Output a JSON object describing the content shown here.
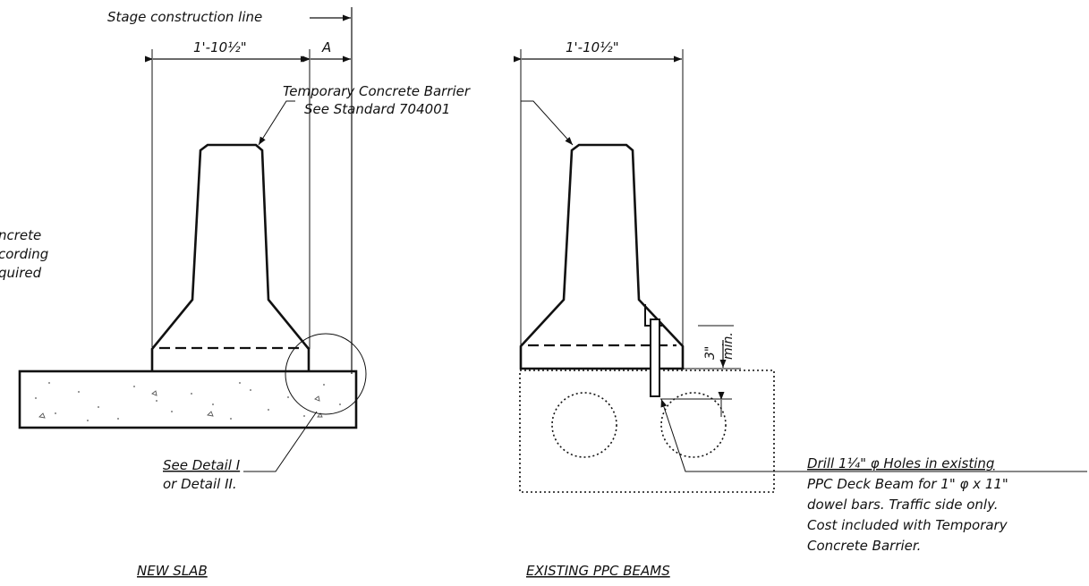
{
  "left_detail": {
    "stage_line_label": "Stage construction line",
    "width_dim": "1'-10½\"",
    "a_dim": "A",
    "barrier_label_line1": "Temporary  Concrete Barrier",
    "barrier_label_line2": "See Standard 704001",
    "side_note_lines": [
      "ncrete",
      "cording",
      "quired"
    ],
    "see_detail_line1": "See Detail I",
    "see_detail_line2": "or Detail II.",
    "title": "NEW SLAB"
  },
  "right_detail": {
    "width_dim": "1'-10½\"",
    "min_dim_value": "3\"",
    "min_dim_unit": "min.",
    "drill_note_lines": [
      "Drill 1¼\" φ Holes in existing",
      "PPC Deck Beam for 1\" φ x 11\"",
      "dowel bars.  Traffic side only.",
      "Cost included with Temporary",
      "Concrete Barrier."
    ],
    "title": "EXISTING PPC BEAMS"
  }
}
